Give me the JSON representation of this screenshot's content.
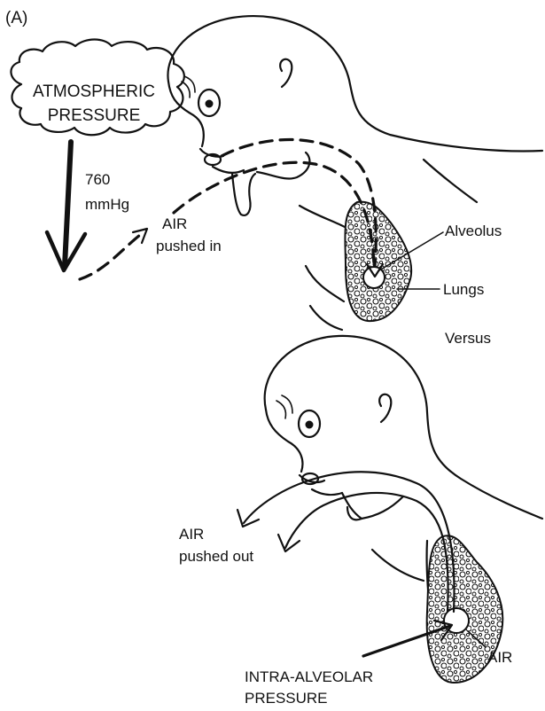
{
  "panel_label": "(A)",
  "top": {
    "cloud_line1": "ATMOSPHERIC",
    "cloud_line2": "PRESSURE",
    "pressure_value": "760",
    "pressure_unit": "mmHg",
    "air_label_line1": "AIR",
    "air_label_line2": "pushed in",
    "alveolus_label": "Alveolus",
    "lungs_label": "Lungs"
  },
  "versus_label": "Versus",
  "bottom": {
    "air_label_line1": "AIR",
    "air_label_line2": "pushed out",
    "alveolus_air_label": "AIR",
    "pressure_line1": "INTRA-ALVEOLAR",
    "pressure_line2": "PRESSURE"
  },
  "colors": {
    "ink": "#111111",
    "background": "#ffffff"
  }
}
